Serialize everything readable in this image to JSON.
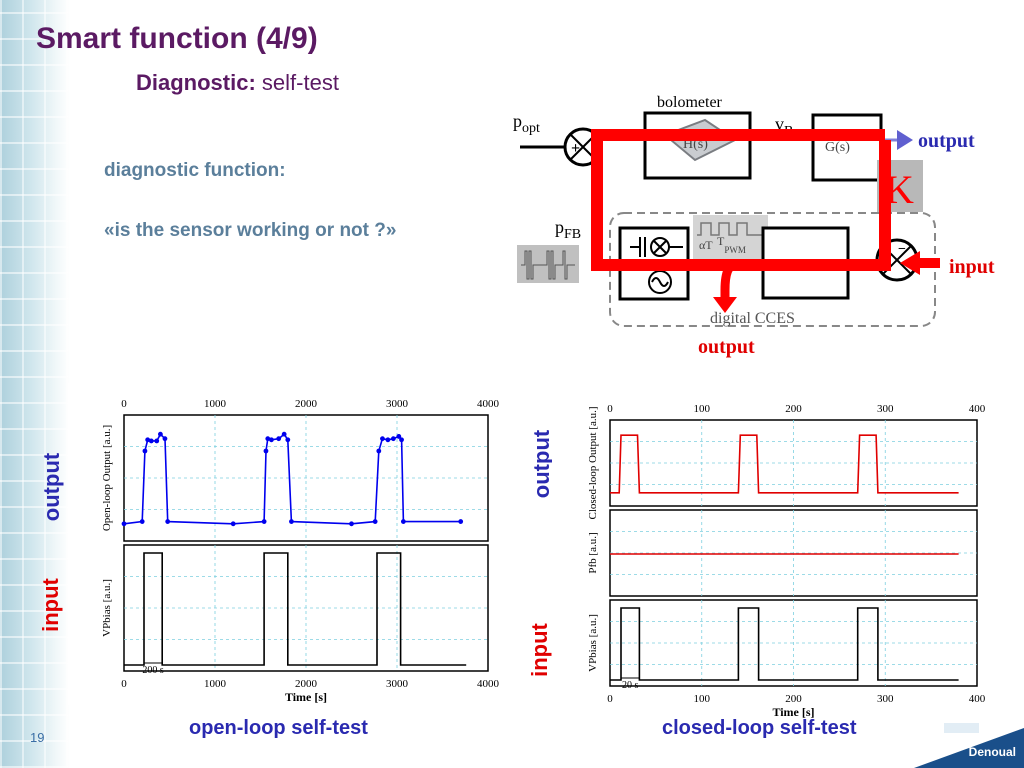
{
  "slide": {
    "title": "Smart function (4/9)",
    "subtitle_bold": "Diagnostic:",
    "subtitle_rest": " self-test",
    "text_line1": "diagnostic function:",
    "text_line2": "«is the sensor working or not ?»",
    "number": "19",
    "author": "Denoual"
  },
  "diagram": {
    "bolometer_label": "bolometer",
    "popt_main": "p",
    "popt_sub": "opt",
    "vb_main": "v",
    "vb_sub": "B",
    "pfb_main": "p",
    "pfb_sub": "FB",
    "pwm_main": "T",
    "pwm_sub": "PWM",
    "alpha_label": "αT",
    "cces_label": "digital CCES",
    "k_label": "K",
    "output_right": "output",
    "input_right": "input",
    "output_bottom": "output",
    "plus_sign": "+",
    "minus_sign": "−",
    "hs_label": "H(s)",
    "gs_label": "G(s)",
    "cces_box": "CCES"
  },
  "labels": {
    "output": "output",
    "input": "input",
    "caption_open": "open-loop self-test",
    "caption_closed": "closed-loop self-test"
  },
  "chart_data": [
    {
      "type": "line",
      "title": "",
      "xlabel": "Time [s]",
      "xlim": [
        0,
        4000
      ],
      "x_ticks": [
        "0",
        "1000",
        "2000",
        "3000",
        "4000"
      ],
      "panels": [
        {
          "ylabel": "Open-loop Output [a.u.]",
          "series": [
            {
              "color": "#0000ee",
              "marker": "dot",
              "x": [
                0,
                200,
                230,
                260,
                300,
                360,
                400,
                450,
                480,
                1200,
                1540,
                1560,
                1580,
                1620,
                1700,
                1760,
                1800,
                1840,
                2500,
                2760,
                2800,
                2840,
                2900,
                2960,
                3020,
                3050,
                3070,
                3700
              ],
              "y": [
                0.1,
                0.12,
                0.75,
                0.85,
                0.84,
                0.84,
                0.9,
                0.86,
                0.12,
                0.1,
                0.12,
                0.75,
                0.86,
                0.85,
                0.86,
                0.9,
                0.85,
                0.12,
                0.1,
                0.12,
                0.75,
                0.86,
                0.85,
                0.86,
                0.88,
                0.85,
                0.12,
                0.12
              ]
            }
          ]
        },
        {
          "ylabel": "VPbias [a.u.]",
          "annotation": "200 s",
          "series": [
            {
              "color": "#000000",
              "x": [
                0,
                220,
                220,
                420,
                420,
                1540,
                1540,
                1800,
                1800,
                2780,
                2780,
                3040,
                3040,
                3760
              ],
              "y": [
                0,
                0,
                1,
                1,
                0,
                0,
                1,
                1,
                0,
                0,
                1,
                1,
                0,
                0
              ]
            }
          ]
        }
      ]
    },
    {
      "type": "line",
      "title": "",
      "xlabel": "Time [s]",
      "xlim": [
        0,
        400
      ],
      "x_ticks": [
        "0",
        "100",
        "200",
        "300",
        "400"
      ],
      "panels": [
        {
          "ylabel": "Closed-loop Output [a.u.]",
          "series": [
            {
              "color": "#e00000",
              "x": [
                0,
                10,
                12,
                30,
                32,
                130,
                140,
                142,
                160,
                162,
                260,
                270,
                272,
                290,
                292,
                380
              ],
              "y": [
                0.1,
                0.1,
                0.9,
                0.9,
                0.1,
                0.1,
                0.1,
                0.9,
                0.9,
                0.1,
                0.1,
                0.1,
                0.9,
                0.9,
                0.1,
                0.1
              ]
            }
          ]
        },
        {
          "ylabel": "Pfb [a.u.]",
          "series": [
            {
              "color": "#e00000",
              "x": [
                0,
                380
              ],
              "y": [
                0.5,
                0.5
              ]
            }
          ]
        },
        {
          "ylabel": "VPbias [a.u.]",
          "annotation": "20 s",
          "series": [
            {
              "color": "#000000",
              "x": [
                0,
                12,
                12,
                32,
                32,
                140,
                140,
                162,
                162,
                270,
                270,
                292,
                292,
                380
              ],
              "y": [
                0,
                0,
                1,
                1,
                0,
                0,
                1,
                1,
                0,
                0,
                1,
                1,
                0,
                0
              ]
            }
          ]
        }
      ]
    }
  ]
}
